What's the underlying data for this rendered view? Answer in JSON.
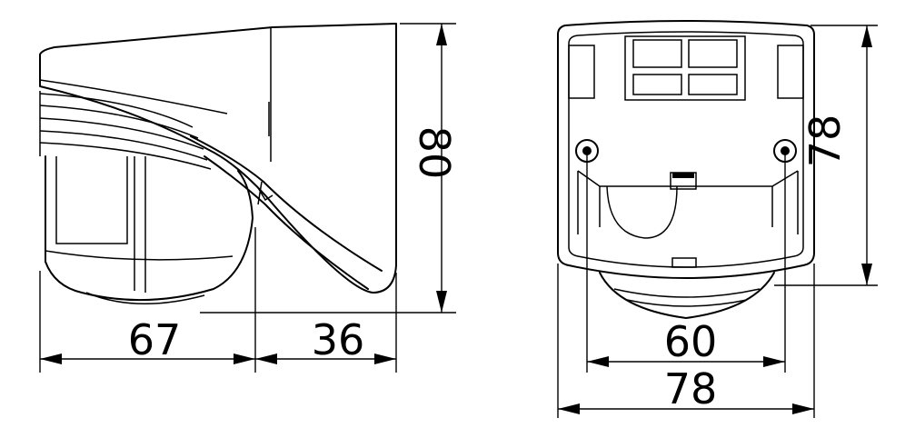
{
  "side_view": {
    "dim_width_body": "67",
    "dim_width_mount": "36",
    "dim_height": "80"
  },
  "front_view": {
    "dim_height": "78",
    "dim_hole_spacing": "60",
    "dim_width": "78"
  }
}
